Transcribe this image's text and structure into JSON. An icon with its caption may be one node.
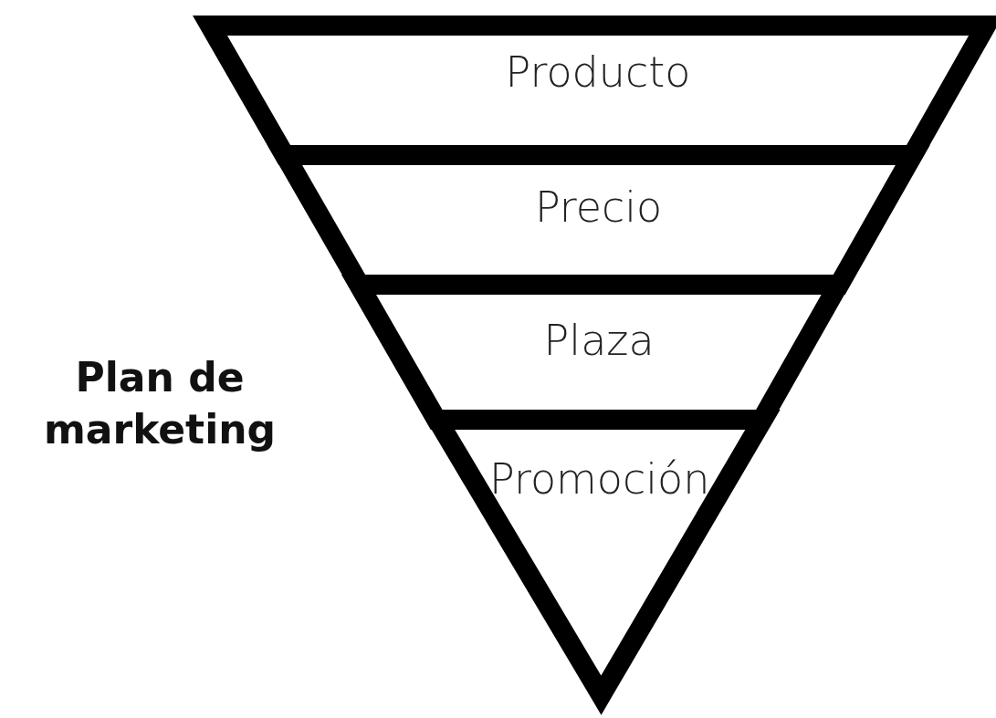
{
  "diagram": {
    "title": "Plan de marketing",
    "nodes": [
      {
        "text": [
          "Producto"
        ]
      },
      {
        "text": [
          "Precio"
        ]
      },
      {
        "text": [
          "Plaza"
        ]
      },
      {
        "text": [
          "Promoción"
        ]
      }
    ],
    "edges": []
  }
}
